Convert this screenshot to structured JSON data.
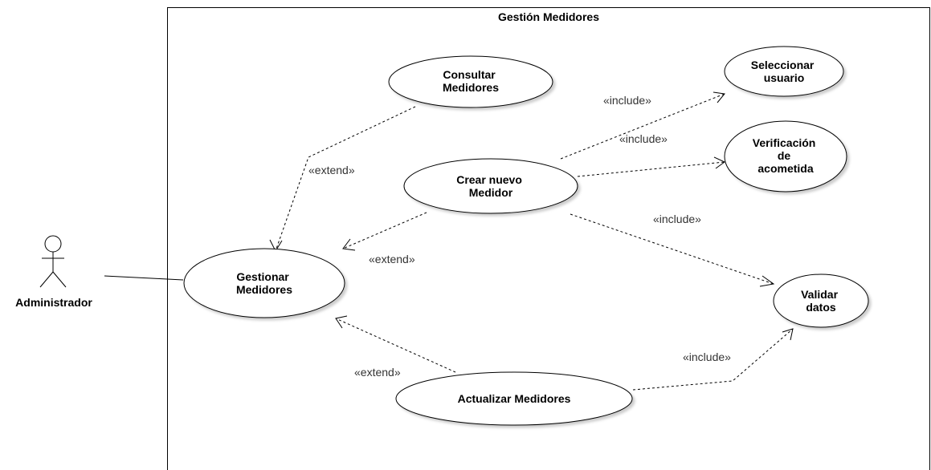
{
  "system": {
    "title": "Gestión Medidores"
  },
  "actor": {
    "name": "Administrador"
  },
  "use_cases": {
    "consultar": [
      "Consultar",
      "Medidores"
    ],
    "seleccionar": [
      "Seleccionar",
      "usuario"
    ],
    "verificacion": [
      "Verificación",
      "de",
      "acometida"
    ],
    "crear": [
      "Crear nuevo",
      "Medidor"
    ],
    "gestionar": [
      "Gestionar",
      "Medidores"
    ],
    "validar": [
      "Validar",
      "datos"
    ],
    "actualizar": [
      "Actualizar Medidores"
    ]
  },
  "relations": {
    "extend_consultar": "«extend»",
    "extend_crear": "«extend»",
    "extend_actualizar": "«extend»",
    "include_seleccionar": "«include»",
    "include_verificacion": "«include»",
    "include_validar_crear": "«include»",
    "include_validar_actualizar": "«include»"
  }
}
